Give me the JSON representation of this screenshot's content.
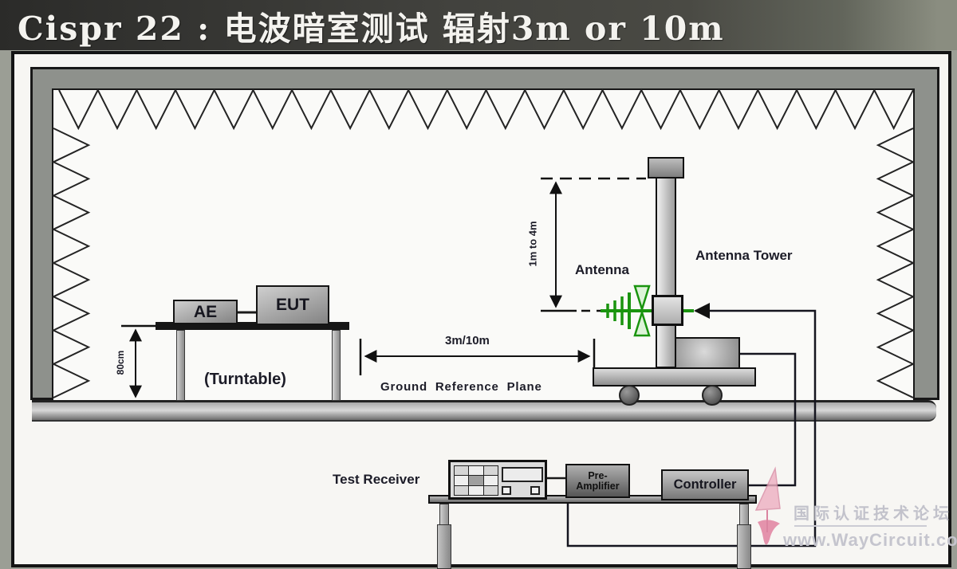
{
  "title": "Cispr 22 :  电波暗室测试 辐射3m or 10m",
  "chamber": {
    "turntable": {
      "ae_label": "AE",
      "eut_label": "EUT",
      "caption": "(Turntable)",
      "height_dim": "80cm"
    },
    "distance_dim": "3m/10m",
    "ground_plane_label": "Ground  Reference Plane",
    "antenna": {
      "label": "Antenna",
      "tower_label": "Antenna Tower",
      "height_dim": "1m to 4m"
    }
  },
  "equipment": {
    "test_receiver_label": "Test Receiver",
    "pre_amplifier_line1": "Pre-",
    "pre_amplifier_line2": "Amplifier",
    "controller_label": "Controller"
  },
  "watermark": {
    "forum_text": "国际认证技术论坛",
    "site_text": "www.WayCircuit.com"
  },
  "colors": {
    "antenna_green": "#1a940f",
    "watermark_pink": "#e89ab2"
  }
}
